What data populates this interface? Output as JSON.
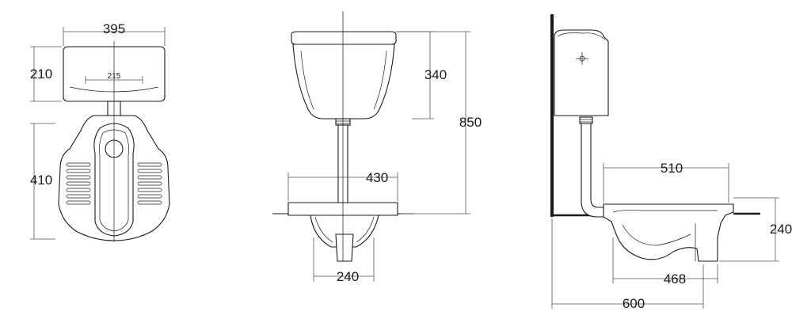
{
  "top_view": {
    "width_label": "395",
    "tank_depth_label": "210",
    "inner_width_label": "215",
    "pan_depth_label": "410"
  },
  "front_view": {
    "tank_height_label": "340",
    "total_height_label": "850",
    "pan_width_label": "430",
    "outlet_width_label": "240"
  },
  "side_view": {
    "pan_length_label": "510",
    "pan_height_label": "240",
    "base_length_label": "468",
    "wall_to_outlet_label": "600"
  }
}
